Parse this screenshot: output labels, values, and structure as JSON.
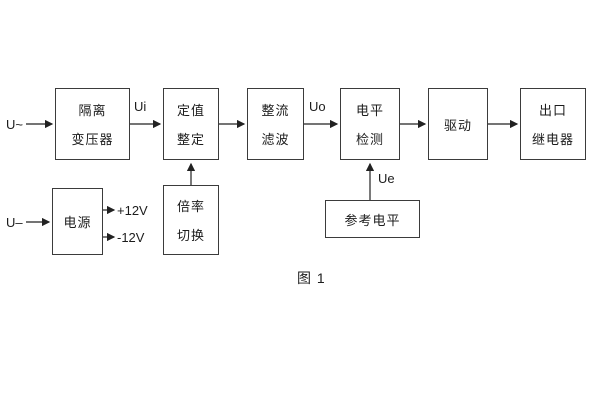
{
  "figure": {
    "caption": "图 1"
  },
  "inputs": {
    "ac": "U~",
    "dc": "U–"
  },
  "signals": {
    "ui": "Ui",
    "uo": "Uo",
    "ue": "Ue",
    "rail_pos": "+12V",
    "rail_neg": "-12V"
  },
  "blocks": {
    "transformer": {
      "line1": "隔离",
      "line2": "变压器"
    },
    "setpoint": {
      "line1": "定值",
      "line2": "整定"
    },
    "rectifier": {
      "line1": "整流",
      "line2": "滤波"
    },
    "level": {
      "line1": "电平",
      "line2": "检测"
    },
    "drive": {
      "label": "驱动"
    },
    "relay": {
      "line1": "出口",
      "line2": "继电器"
    },
    "power": {
      "label": "电源"
    },
    "multiplier": {
      "line1": "倍率",
      "line2": "切换"
    },
    "reference": {
      "label": "参考电平"
    }
  }
}
